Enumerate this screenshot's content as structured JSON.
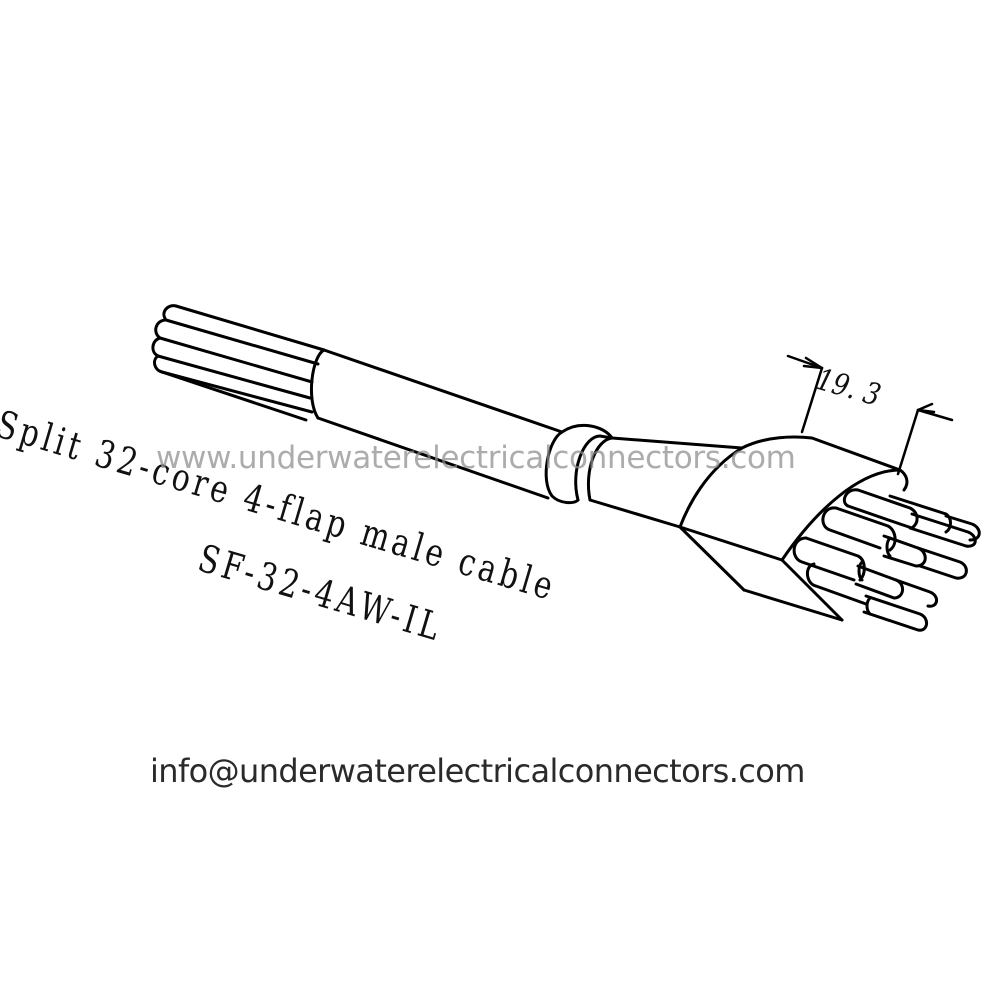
{
  "drawing": {
    "title": "Split 32-core 4-flap male cable",
    "model": "SF-32-4AW-IL",
    "dimension_label": "19. 3",
    "dimension_value_mm": 19.3
  },
  "watermark": {
    "text": "www.underwaterelectricalconnectors.com",
    "color": "#8c8c8c"
  },
  "contact": {
    "email": "info@underwaterelectricalconnectors.com"
  },
  "icons": {
    "cable": "cable-drawing-icon",
    "dimension_arrows": "dimension-arrow-icon"
  },
  "colors": {
    "line": "#000000",
    "background": "#ffffff",
    "email_text": "#2a2a2a"
  }
}
